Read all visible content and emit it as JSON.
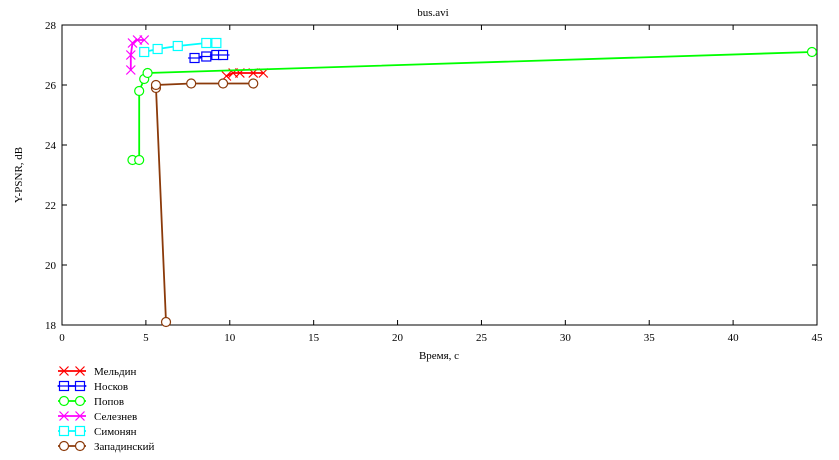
{
  "chart_data": {
    "type": "line",
    "title": "bus.avi",
    "xlabel": "Время, с",
    "ylabel": "Y-PSNR, dB",
    "xlim": [
      0,
      45
    ],
    "ylim": [
      18,
      28
    ],
    "xticks": [
      0,
      5,
      10,
      15,
      20,
      25,
      30,
      35,
      40,
      45
    ],
    "yticks": [
      18,
      20,
      22,
      24,
      26,
      28
    ],
    "grid": false,
    "legend_position": "bottom-left",
    "series": [
      {
        "name": "Мельдин",
        "color": "#ff0000",
        "marker": "x",
        "x": [
          9.8,
          10.2,
          10.6,
          11.4,
          12.0
        ],
        "y": [
          26.3,
          26.4,
          26.4,
          26.4,
          26.4
        ]
      },
      {
        "name": "Носков",
        "color": "#0000ff",
        "marker": "square-plus",
        "x": [
          7.9,
          8.6,
          9.2,
          9.6
        ],
        "y": [
          26.9,
          26.95,
          27.0,
          27.0
        ]
      },
      {
        "name": "Попов",
        "color": "#00ff00",
        "marker": "circle",
        "x": [
          4.2,
          4.6,
          4.6,
          4.9,
          5.1,
          44.7
        ],
        "y": [
          23.5,
          23.5,
          25.8,
          26.2,
          26.4,
          27.1
        ]
      },
      {
        "name": "Селезнев",
        "color": "#ff00ff",
        "marker": "x",
        "x": [
          4.1,
          4.1,
          4.2,
          4.5,
          4.9
        ],
        "y": [
          26.5,
          27.0,
          27.4,
          27.5,
          27.5
        ]
      },
      {
        "name": "Симонян",
        "color": "#00ffff",
        "marker": "square",
        "x": [
          4.9,
          5.7,
          6.9,
          8.6,
          9.2
        ],
        "y": [
          27.1,
          27.2,
          27.3,
          27.4,
          27.4
        ]
      },
      {
        "name": "Западинский",
        "color": "#8b3a0a",
        "marker": "circle",
        "x": [
          6.2,
          5.6,
          5.6,
          7.7,
          9.6,
          11.4
        ],
        "y": [
          18.1,
          25.9,
          26.0,
          26.05,
          26.05,
          26.05
        ]
      }
    ]
  }
}
